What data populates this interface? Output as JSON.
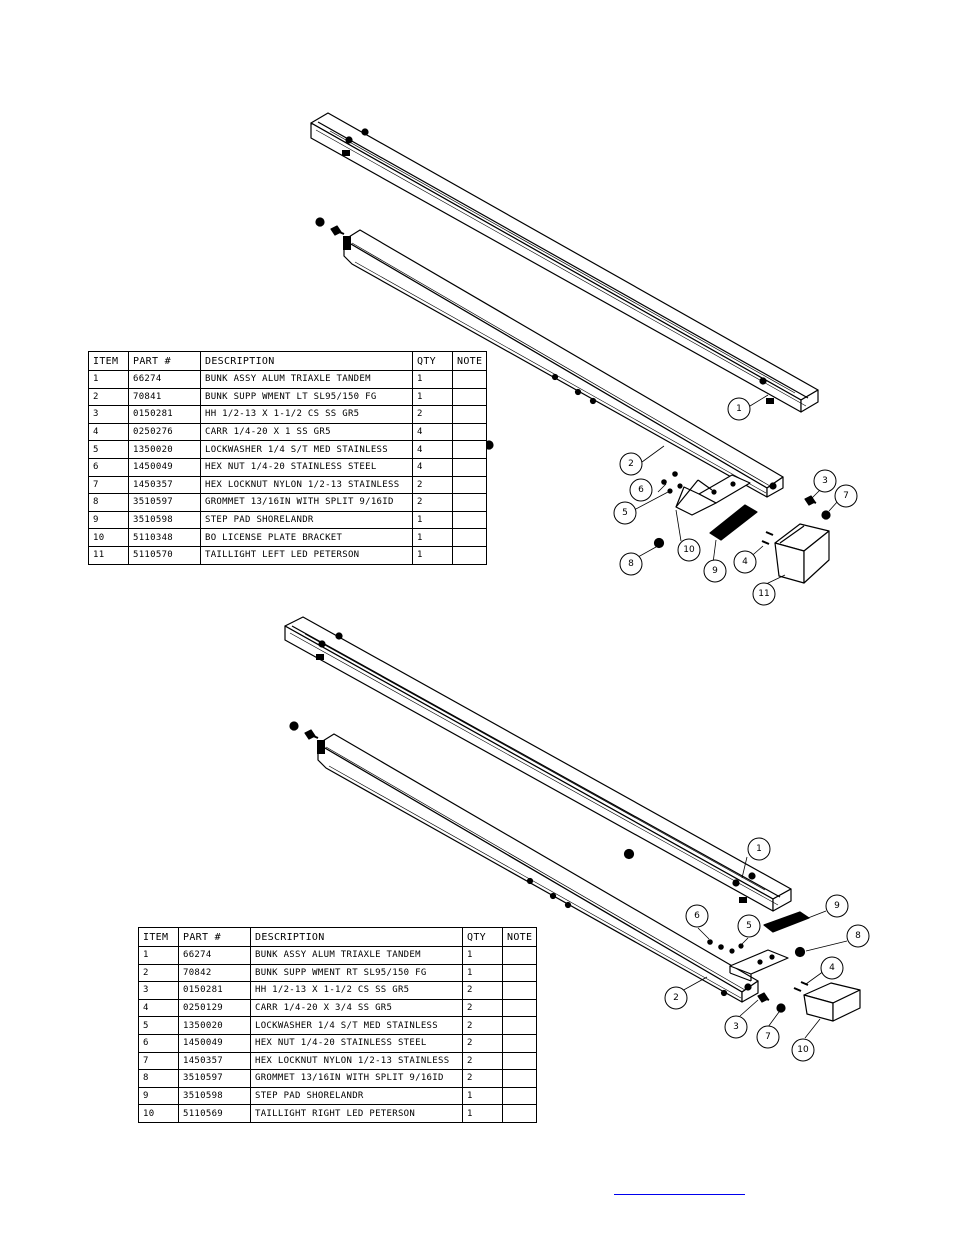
{
  "bom_left": {
    "headers": [
      "ITEM",
      "PART #",
      "DESCRIPTION",
      "QTY",
      "NOTE"
    ],
    "rows": [
      [
        "1",
        "66274",
        "BUNK ASSY ALUM TRIAXLE TANDEM",
        "1",
        ""
      ],
      [
        "2",
        "70841",
        "BUNK SUPP WMENT LT SL95/150 FG",
        "1",
        ""
      ],
      [
        "3",
        "0150281",
        "HH 1/2-13 X 1-1/2 CS SS GR5",
        "2",
        ""
      ],
      [
        "4",
        "0250276",
        "CARR 1/4-20 X 1 SS GR5",
        "4",
        ""
      ],
      [
        "5",
        "1350020",
        "LOCKWASHER 1/4 S/T MED STAINLESS",
        "4",
        ""
      ],
      [
        "6",
        "1450049",
        "HEX NUT 1/4-20 STAINLESS STEEL",
        "4",
        ""
      ],
      [
        "7",
        "1450357",
        "HEX LOCKNUT NYLON 1/2-13 STAINLESS",
        "2",
        ""
      ],
      [
        "8",
        "3510597",
        "GROMMET 13/16IN WITH SPLIT 9/16ID",
        "2",
        ""
      ],
      [
        "9",
        "3510598",
        "STEP PAD SHORELANDR",
        "1",
        ""
      ],
      [
        "10",
        "5110348",
        "BO LICENSE PLATE BRACKET",
        "1",
        ""
      ],
      [
        "11",
        "5110570",
        "TAILLIGHT LEFT LED PETERSON",
        "1",
        ""
      ]
    ]
  },
  "bom_right": {
    "headers": [
      "ITEM",
      "PART #",
      "DESCRIPTION",
      "QTY",
      "NOTE"
    ],
    "rows": [
      [
        "1",
        "66274",
        "BUNK ASSY ALUM TRIAXLE TANDEM",
        "1",
        ""
      ],
      [
        "2",
        "70842",
        "BUNK SUPP WMENT RT SL95/150 FG",
        "1",
        ""
      ],
      [
        "3",
        "0150281",
        "HH 1/2-13 X 1-1/2 CS SS GR5",
        "2",
        ""
      ],
      [
        "4",
        "0250129",
        "CARR 1/4-20 X 3/4 SS GR5",
        "2",
        ""
      ],
      [
        "5",
        "1350020",
        "LOCKWASHER 1/4 S/T MED STAINLESS",
        "2",
        ""
      ],
      [
        "6",
        "1450049",
        "HEX NUT 1/4-20 STAINLESS STEEL",
        "2",
        ""
      ],
      [
        "7",
        "1450357",
        "HEX LOCKNUT NYLON 1/2-13 STAINLESS",
        "2",
        ""
      ],
      [
        "8",
        "3510597",
        "GROMMET 13/16IN WITH SPLIT 9/16ID",
        "2",
        ""
      ],
      [
        "9",
        "3510598",
        "STEP PAD SHORELANDR",
        "1",
        ""
      ],
      [
        "10",
        "5110569",
        "TAILLIGHT RIGHT LED PETERSON",
        "1",
        ""
      ]
    ]
  },
  "callouts_left": [
    "1",
    "2",
    "3",
    "4",
    "5",
    "6",
    "7",
    "8",
    "9",
    "10",
    "11"
  ],
  "callouts_right": [
    "1",
    "2",
    "3",
    "4",
    "5",
    "6",
    "7",
    "8",
    "9",
    "10"
  ],
  "link_color": "#0000ee"
}
